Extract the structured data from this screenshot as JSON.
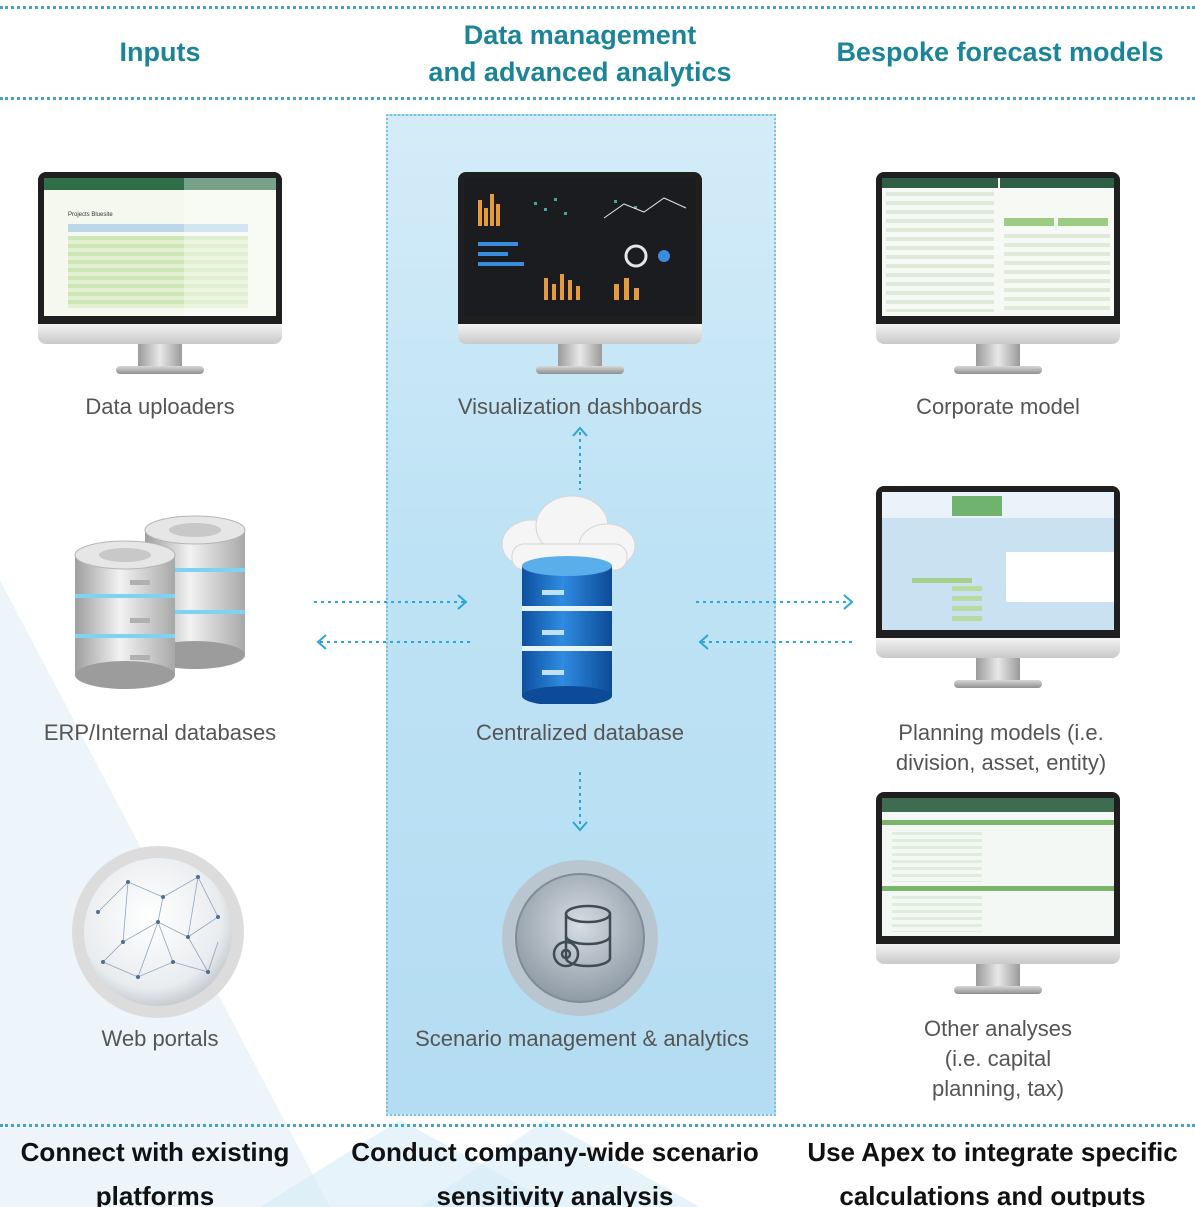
{
  "headers": {
    "inputs": "Inputs",
    "data_management": "Data management\nand  advanced analytics",
    "forecast_models": "Bespoke forecast models"
  },
  "inputs": {
    "data_uploaders": "Data uploaders",
    "erp": "ERP/Internal databases",
    "web_portals": "Web portals"
  },
  "center": {
    "visualization": "Visualization dashboards",
    "database": "Centralized database",
    "scenario": "Scenario management & analytics"
  },
  "models": {
    "corporate": "Corporate model",
    "planning": "Planning models (i.e.\ndivision, asset, entity)",
    "other": "Other analyses\n(i.e. capital\nplanning, tax)"
  },
  "footers": {
    "left": "Connect with existing\nplatforms",
    "center": "Conduct company-wide scenario\nsensitivity analysis",
    "right": "Use Apex to integrate specific\ncalculations and outputs"
  },
  "spreadsheet_title": "Projects Bluesite",
  "colors": {
    "header_teal": "#1b8597",
    "dotted_line": "#4aa0c8",
    "arrow": "#2aa6d8",
    "panel": "#bfe3f5",
    "db_blue": "#1f6fc4"
  },
  "icons": [
    "monitor-icon",
    "server-stack-icon",
    "globe-network-icon",
    "cloud-database-icon",
    "database-gear-icon",
    "arrow-icon"
  ]
}
